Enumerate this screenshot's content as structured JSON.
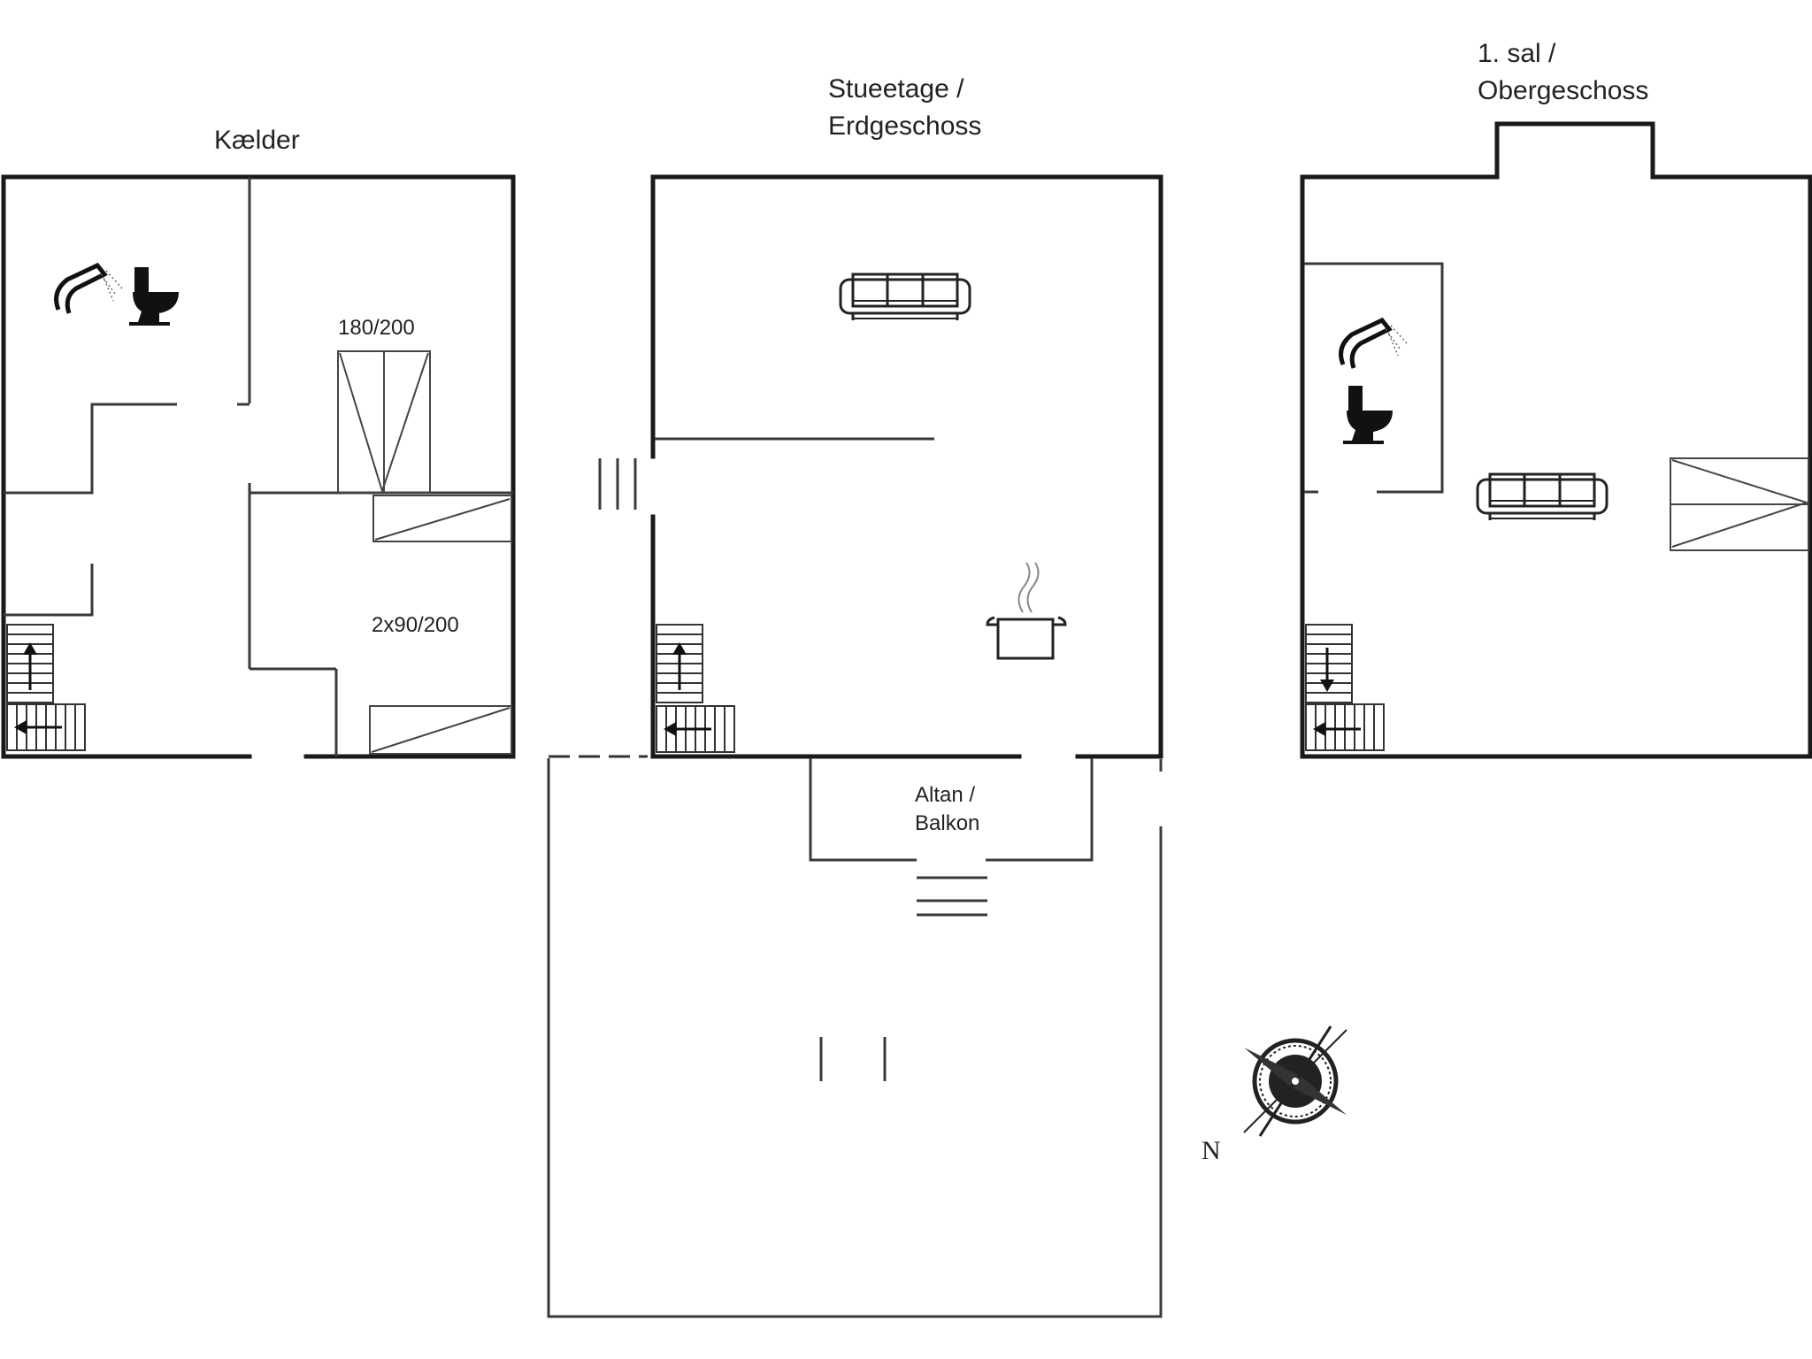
{
  "floors": {
    "basement": {
      "title": "Kælder",
      "beds": [
        "180/200",
        "2x90/200"
      ]
    },
    "ground": {
      "title_line1": "Stueetage /",
      "title_line2": "Erdgeschoss",
      "balcony_line1": "Altan /",
      "balcony_line2": "Balkon"
    },
    "upper": {
      "title_line1": "1. sal /",
      "title_line2": "Obergeschoss"
    }
  },
  "compass": {
    "north_label": "N"
  },
  "icons": [
    "shower-icon",
    "toilet-icon",
    "sofa-icon",
    "cooking-pot-icon",
    "stairs-icon",
    "compass-rose-icon"
  ]
}
